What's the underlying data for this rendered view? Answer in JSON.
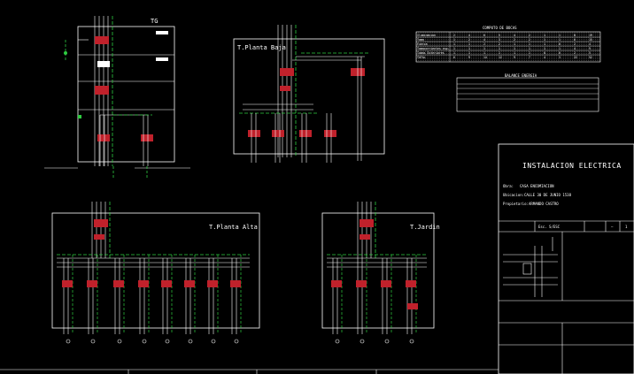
{
  "panels": {
    "tg": {
      "title": "TG"
    },
    "planta_baja": {
      "title": "T.Planta Baja"
    },
    "planta_alta": {
      "title": "T.Planta Alta"
    },
    "jardin": {
      "title": "T.Jardin"
    }
  },
  "title_block": {
    "title": "INSTALACION ELECTRICA",
    "sheet_code": "Esc. S/ESC",
    "dash": "–",
    "sheet_no": "1",
    "obra_label": "Obra:",
    "obra_value": "CASA ENCOMIACION",
    "ubicacion_label": "Ubicacion:",
    "ubicacion_value": "CALLE 30 DE JUNIO 1538",
    "propietario_label": "Propietario:",
    "propietario_value": "ARMANDO CASTRO"
  },
  "tables": {
    "computo_title": "COMPUTO DE BOCAS",
    "computo_rows": [
      [
        "Iluminacion",
        "2",
        "4",
        "6",
        "5",
        "4",
        "2",
        "1",
        "1",
        "8",
        "19"
      ],
      [
        "Toma",
        "1",
        "2",
        "4",
        "3",
        "2",
        "2",
        "1",
        "1",
        "6",
        "15"
      ],
      [
        "Fuerza",
        "1",
        "1",
        "2",
        "2",
        "1",
        "1",
        "1",
        "0",
        "2",
        "4"
      ],
      [
        "Tomacorrientes esp.",
        "1",
        "1",
        "1",
        "1",
        "1",
        "1",
        "1",
        "1",
        "4",
        "9"
      ],
      [
        "Tomas Exteriores",
        "1",
        "1",
        "1",
        "1",
        "1",
        "1",
        "0",
        "0",
        "2",
        "5"
      ],
      [
        "TOTAL",
        "6",
        "9",
        "14",
        "12",
        "9",
        "7",
        "4",
        "3",
        "22",
        "52"
      ]
    ],
    "balance_title": "BALANCE ENERGIA"
  }
}
